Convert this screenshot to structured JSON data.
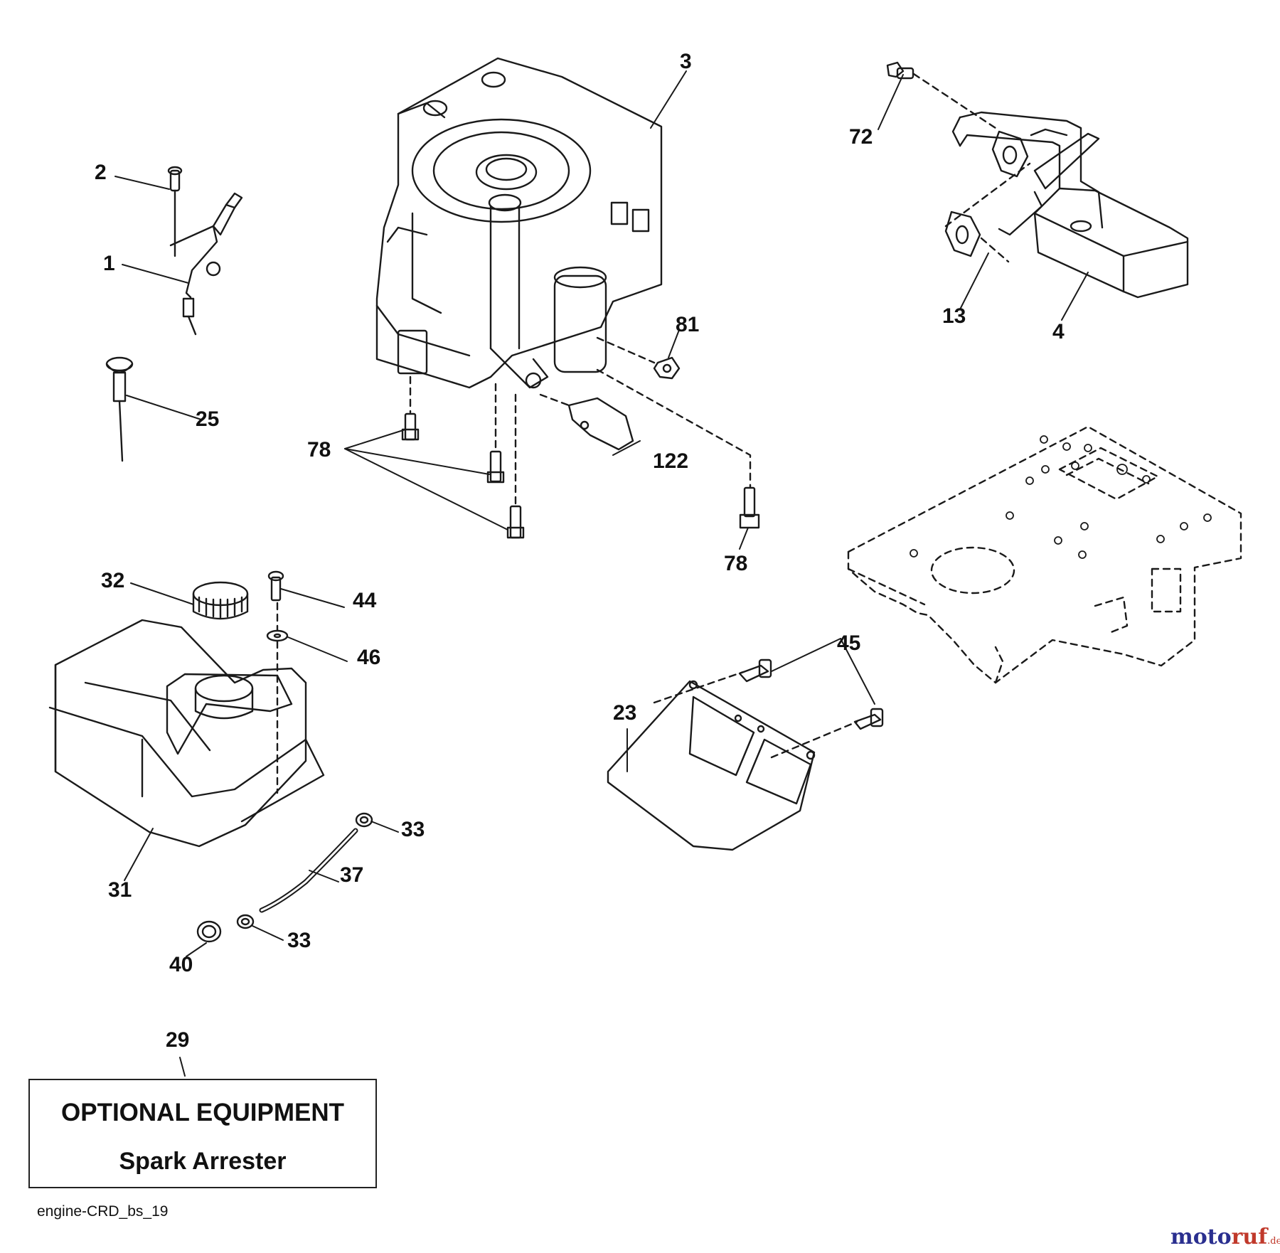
{
  "callouts": {
    "c1": "1",
    "c2": "2",
    "c3": "3",
    "c4": "4",
    "c13": "13",
    "c23": "23",
    "c25": "25",
    "c29": "29",
    "c31": "31",
    "c32": "32",
    "c33a": "33",
    "c33b": "33",
    "c37": "37",
    "c40": "40",
    "c44": "44",
    "c45": "45",
    "c46": "46",
    "c72": "72",
    "c78a": "78",
    "c78b": "78",
    "c81": "81",
    "c122": "122"
  },
  "optional_box": {
    "title": "OPTIONAL EQUIPMENT",
    "subtitle": "Spark Arrester"
  },
  "drawing_id": "engine-CRD_bs_19",
  "watermark": {
    "part1": "moto",
    "part2": "ruf",
    "tld": ".de"
  },
  "colors": {
    "line": "#1a1a1a",
    "watermark_blue": "#2a2f8f",
    "watermark_red": "#c0392b"
  }
}
